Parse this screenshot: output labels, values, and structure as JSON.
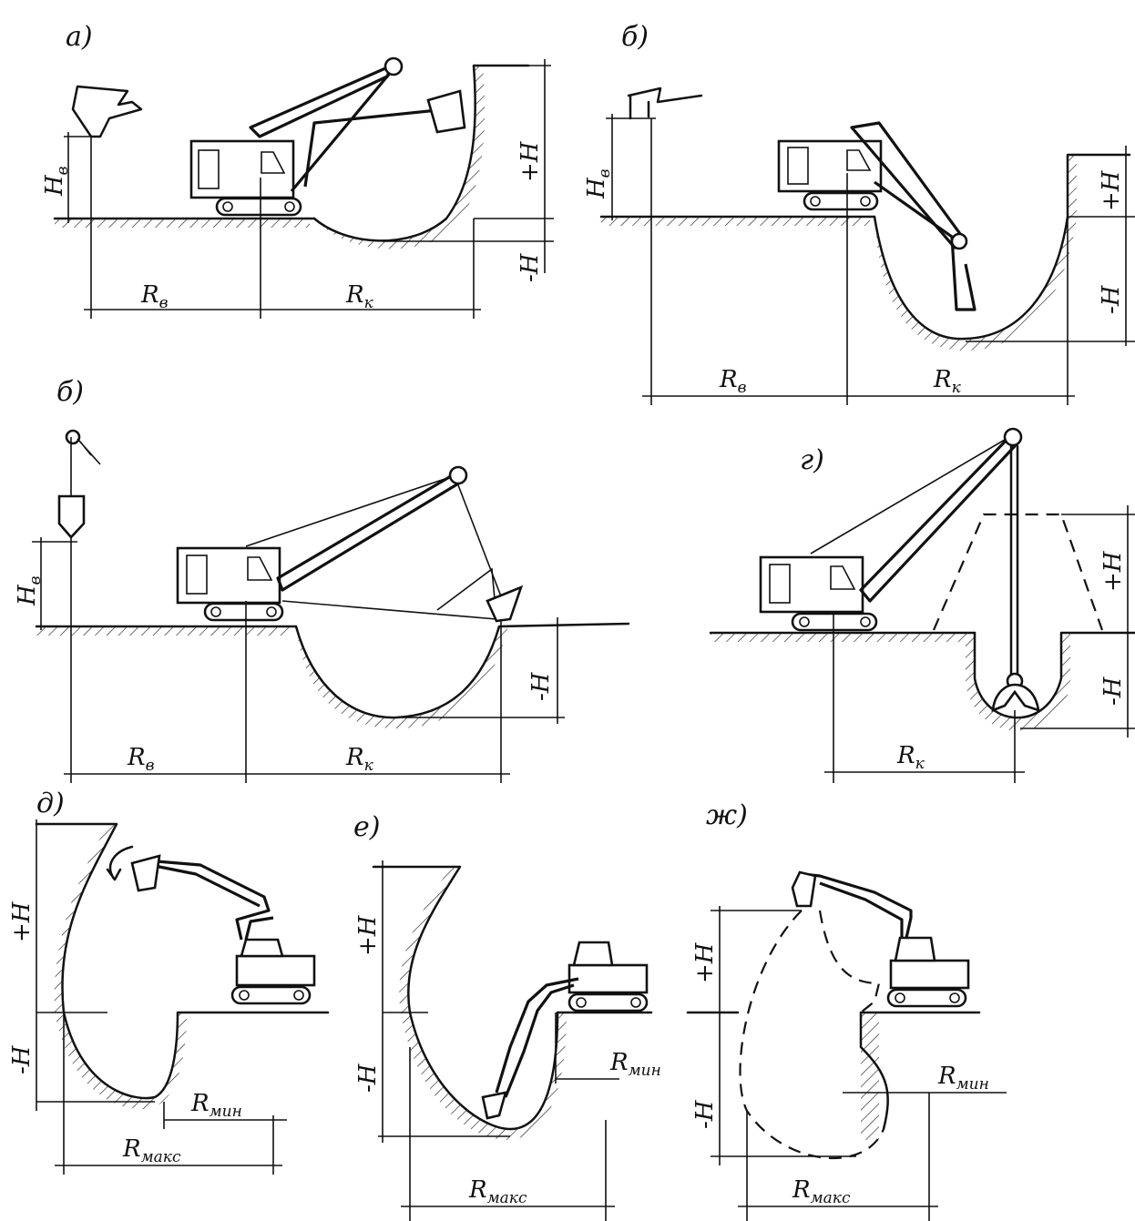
{
  "panels": [
    {
      "id": "a",
      "label": "а)",
      "dims": {
        "Hv": "H",
        "Hv_sub": "в",
        "Rv": "R",
        "Rv_sub": "в",
        "Rk": "R",
        "Rk_sub": "к",
        "plusH": "+H",
        "minusH": "-H"
      }
    },
    {
      "id": "b",
      "label": "б)",
      "dims": {
        "Hv": "H",
        "Hv_sub": "в",
        "Rv": "R",
        "Rv_sub": "в",
        "Rk": "R",
        "Rk_sub": "к",
        "plusH": "+H",
        "minusH": "-H"
      }
    },
    {
      "id": "v",
      "label": "б)",
      "dims": {
        "Hv": "H",
        "Hv_sub": "в",
        "Rv": "R",
        "Rv_sub": "в",
        "Rk": "R",
        "Rk_sub": "к",
        "minusH": "-H"
      }
    },
    {
      "id": "g",
      "label": "г)",
      "dims": {
        "Rk": "R",
        "Rk_sub": "к",
        "plusH": "+H",
        "minusH": "-H"
      }
    },
    {
      "id": "d",
      "label": "д)",
      "dims": {
        "plusH": "+H",
        "minusH": "-H",
        "Rmin": "R",
        "Rmin_sub": "мин",
        "Rmax": "R",
        "Rmax_sub": "макс"
      }
    },
    {
      "id": "e",
      "label": "е)",
      "dims": {
        "plusH": "+H",
        "minusH": "-H",
        "Rmin": "R",
        "Rmin_sub": "мин",
        "Rmax": "R",
        "Rmax_sub": "макс"
      }
    },
    {
      "id": "zh",
      "label": "ж)",
      "dims": {
        "plusH": "+H",
        "minusH": "-H",
        "Rmin": "R",
        "Rmin_sub": "мин",
        "Rmax": "R",
        "Rmax_sub": "макс"
      }
    }
  ]
}
